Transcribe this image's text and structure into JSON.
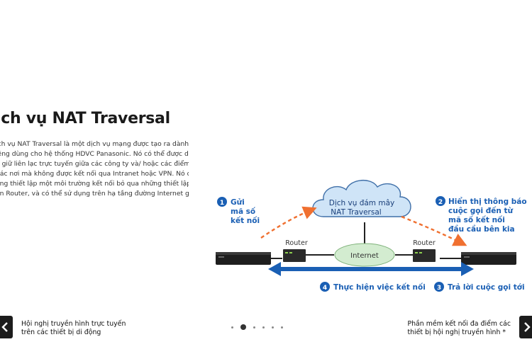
{
  "article": {
    "title": "ịch vụ NAT Traversal",
    "paragraph_lines": [
      "ịch vụ NAT Traversal là một dịch vụ mạng được tạo ra dành",
      "iêng dùng cho hệ thống HDVC Panasonic. Nó có thể được dùng",
      "ể giữ liên lạc trực tuyến giữa các công ty và/ hoặc các điểm cầu",
      "hác nơi mà không được kết nối qua Intranet hoặc VPN. Nó dễ",
      "àng thiết lập một môi trường kết nối bỏ qua những thiết lập rắc rối",
      "ên Router, và có thể sử dụng trên hạ tầng đường Internet giá rẻ."
    ]
  },
  "diagram": {
    "cloud_line1": "Dịch vụ đám mây",
    "cloud_line2": "NAT Traversal",
    "router_left": "Router",
    "router_right": "Router",
    "internet": "Internet",
    "step1_num": "1",
    "step1_l1": "Gửi",
    "step1_l2": "mã số",
    "step1_l3": "kết nối",
    "step2_num": "2",
    "step2_l1": "Hiển thị thông báo",
    "step2_l2": "cuộc gọi đến từ",
    "step2_l3": "mã số kết nối",
    "step2_l4": "đầu cầu bên kia",
    "step3_num": "3",
    "step3": "Trả lời cuộc gọi tới",
    "step4_num": "4",
    "step4": "Thực hiện việc kết nối",
    "colors": {
      "accent": "#1a5fb4",
      "arrow_orange": "#f07030",
      "cloud": "#cfe4f7",
      "internet": "#d3ecd0"
    }
  },
  "nav": {
    "prev_line1": "Hội nghị truyền hình trực tuyến",
    "prev_line2": "trên các thiết bị di động",
    "next_line1": "Phần mềm kết nối đa điểm các",
    "next_line2": "thiết bị hội nghị truyền hình *",
    "prev_icon": "chevron-left-icon",
    "next_icon": "chevron-right-icon",
    "active_dot": 2,
    "dot_count": 6
  }
}
